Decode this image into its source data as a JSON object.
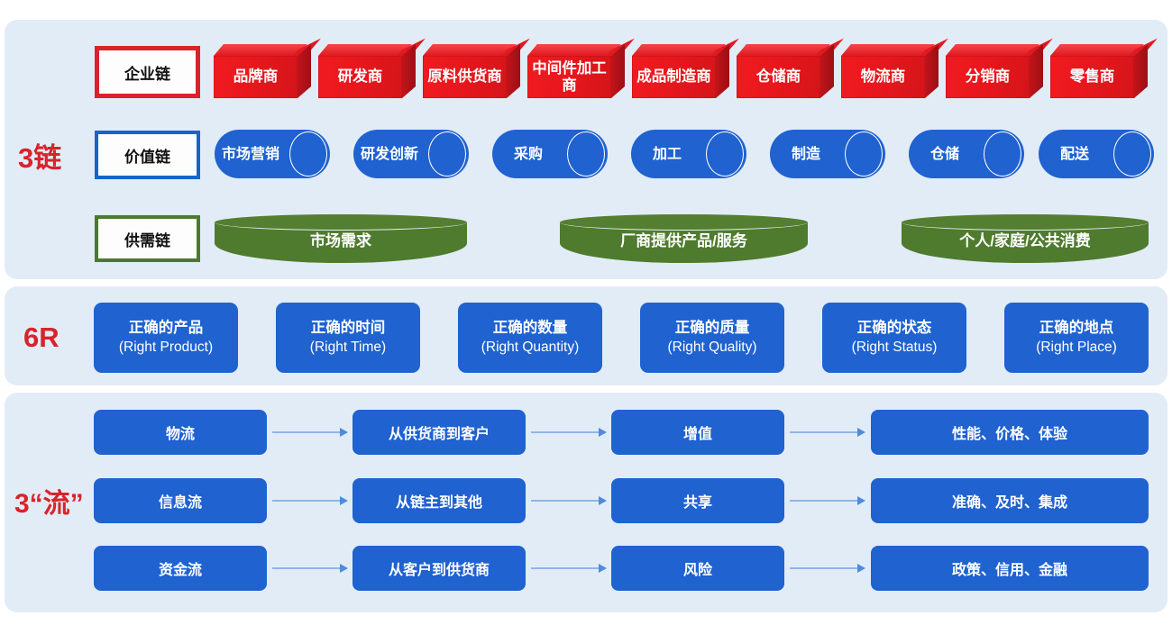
{
  "sections": {
    "chains": {
      "label": "3链",
      "rows": [
        {
          "title": "企业链",
          "accent": "#d8232a",
          "items": [
            "品牌商",
            "研发商",
            "原料供货商",
            "中间件加工商",
            "成品制造商",
            "仓储商",
            "物流商",
            "分销商",
            "零售商"
          ]
        },
        {
          "title": "价值链",
          "accent": "#1864c9",
          "items": [
            "市场营销",
            "研发创新",
            "采购",
            "加工",
            "制造",
            "仓储",
            "配送"
          ]
        },
        {
          "title": "供需链",
          "accent": "#4c7a2b",
          "items": [
            "市场需求",
            "厂商提供产品/服务",
            "个人/家庭/公共消费"
          ]
        }
      ]
    },
    "six_r": {
      "label": "6R",
      "accent": "#1f62d0",
      "items": [
        {
          "cn": "正确的产品",
          "en": "(Right Product)"
        },
        {
          "cn": "正确的时间",
          "en": "(Right Time)"
        },
        {
          "cn": "正确的数量",
          "en": "(Right Quantity)"
        },
        {
          "cn": "正确的质量",
          "en": "(Right Quality)"
        },
        {
          "cn": "正确的状态",
          "en": "(Right Status)"
        },
        {
          "cn": "正确的地点",
          "en": "(Right Place)"
        }
      ]
    },
    "flows": {
      "label": "3“流”",
      "accent": "#1f62d0",
      "rows": [
        {
          "name": "物流",
          "direction": "从供货商到客户",
          "effect": "增值",
          "attributes": "性能、价格、体验"
        },
        {
          "name": "信息流",
          "direction": "从链主到其他",
          "effect": "共享",
          "attributes": "准确、及时、集成"
        },
        {
          "name": "资金流",
          "direction": "从客户到供货商",
          "effect": "风险",
          "attributes": "政策、信用、金融"
        }
      ]
    }
  },
  "colors": {
    "panel_bg": "#e2ecf7",
    "red": "#e8171d",
    "blue": "#1f62d0",
    "green": "#4f7b2e",
    "label_red": "#d8232a",
    "arrow": "#8fb5e8"
  }
}
